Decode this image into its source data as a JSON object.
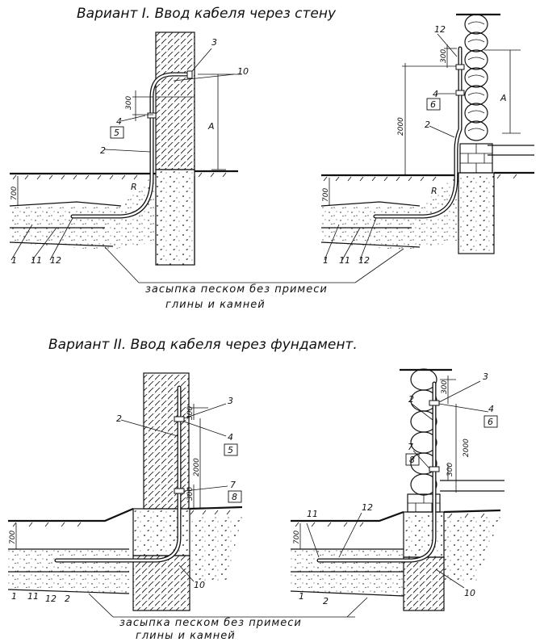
{
  "titles": {
    "variant1": "Вариант I. Ввод кабеля через стену",
    "variant2": "Вариант II. Ввод кабеля через фундамент."
  },
  "notes": {
    "sand_line1": "засыпка песком без примеси",
    "sand_line2": "глины и камней"
  },
  "labels": {
    "n1": "1",
    "n2": "2",
    "n3": "3",
    "n4": "4",
    "n5": "5",
    "n6": "6",
    "n7": "7",
    "n8": "8",
    "n10": "10",
    "n11": "11",
    "n12": "12",
    "A": "A",
    "R": "R"
  },
  "dims": {
    "d300": "300",
    "d700": "700",
    "d2000": "2000"
  }
}
